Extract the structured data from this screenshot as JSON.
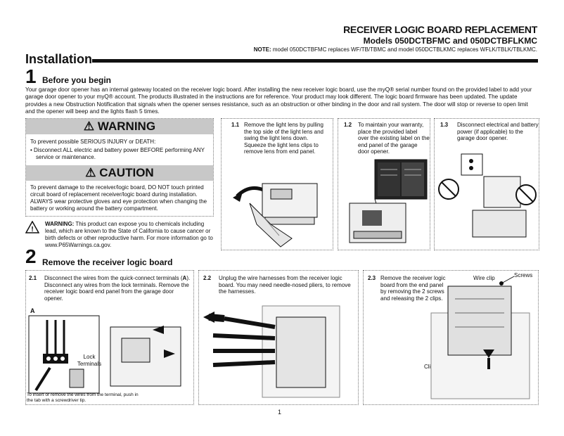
{
  "header": {
    "title": "RECEIVER LOGIC BOARD REPLACEMENT",
    "models": "Models 050DCTBFMC and 050DCTBFLKMC",
    "note_label": "NOTE:",
    "note_text": " model 050DCTBFMC replaces WF/TB/TBMC and model 050DCTBLKMC replaces WFLK/TBLK/TBLKMC."
  },
  "section_title": "Installation",
  "step1": {
    "number": "1",
    "title": "Before you begin",
    "paragraph": "Your garage door opener has an internal gateway located on the receiver logic board. After installing the new receiver logic board, use the myQ® serial number found on the provided label to add your garage door opener to your myQ® account. The products illustrated in the instructions are for reference. Your product may look different. The logic board firmware has been updated. The update provides a new Obstruction Notification that signals when the opener senses resistance, such as an obstruction or other binding in the door and rail system. The door will stop or reverse to open limit and the opener will beep and the lights flash 5 times."
  },
  "warning": {
    "heading": "WARNING",
    "line1": "To prevent possible SERIOUS INJURY or DEATH:",
    "bullet": "Disconnect ALL electric and battery power BEFORE performing ANY service or maintenance."
  },
  "caution": {
    "heading": "CAUTION",
    "para1": "To prevent damage to the receiver/logic board, DO NOT touch printed circuit board of replacement receiver/logic board during installation.",
    "para2": "ALWAYS wear protective gloves and eye protection when changing the battery or working around the battery compartment."
  },
  "prop65": {
    "label": "WARNING:",
    "text": " This product can expose you to chemicals including lead, which are known to the State of California to cause cancer or birth defects or other reproductive harm. For more information go to www.P65Warnings.ca.gov."
  },
  "steps_row1": [
    {
      "num": "1.1",
      "text": "Remove the light lens by pulling the top side of the light lens and swing the light lens down. Squeeze the light lens clips to remove lens from end panel."
    },
    {
      "num": "1.2",
      "text": "To maintain your warranty, place the provided label over the existing label on the end panel of the garage door opener."
    },
    {
      "num": "1.3",
      "text": "Disconnect electrical and battery power (if applicable) to the garage door opener."
    }
  ],
  "step2": {
    "number": "2",
    "title": "Remove the receiver logic board"
  },
  "steps_row2": [
    {
      "num": "2.1",
      "text_a": "Disconnect the wires from the quick-connect terminals (",
      "bold": "A",
      "text_b": "). Disconnect any wires from the lock terminals. Remove the receiver logic board end panel from the garage door opener."
    },
    {
      "num": "2.2",
      "text": "Unplug the wire harnesses from the receiver logic board. You may need needle-nosed pliers, to remove the harnesses."
    },
    {
      "num": "2.3",
      "text": "Remove the receiver logic board from the end panel by removing the 2 screws and releasing the 2 clips."
    }
  ],
  "figure_labels": {
    "a": "A",
    "lock_terminals": "Lock Terminals",
    "wire_clip": "Wire clip",
    "screws": "Screws",
    "clips": "Clips",
    "insert_note": "To insert or remove the wires from the terminal, push in the tab with a screwdriver tip."
  },
  "page_number": "1"
}
